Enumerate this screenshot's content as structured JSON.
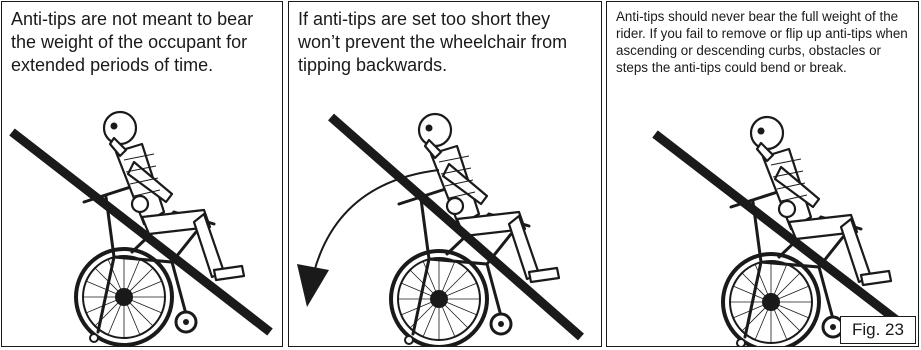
{
  "panels": [
    {
      "caption": "Anti-tips are not meant to bear the weight of the occupant for extended periods of time."
    },
    {
      "caption": "If anti-tips are set too short they won’t prevent the  wheelchair from tipping backwards."
    },
    {
      "caption": "Anti-tips should never bear the full weight of the rider. If you fail to remove or flip up anti-tips when ascending or descending curbs, obstacles or steps the anti-tips could bend or break."
    }
  ],
  "figure_label": "Fig. 23",
  "colors": {
    "ink": "#1a1a1a",
    "background": "#ffffff"
  },
  "icons": [
    "prohibition-slash",
    "wheelchair-occupant",
    "backward-tip-arrow"
  ]
}
